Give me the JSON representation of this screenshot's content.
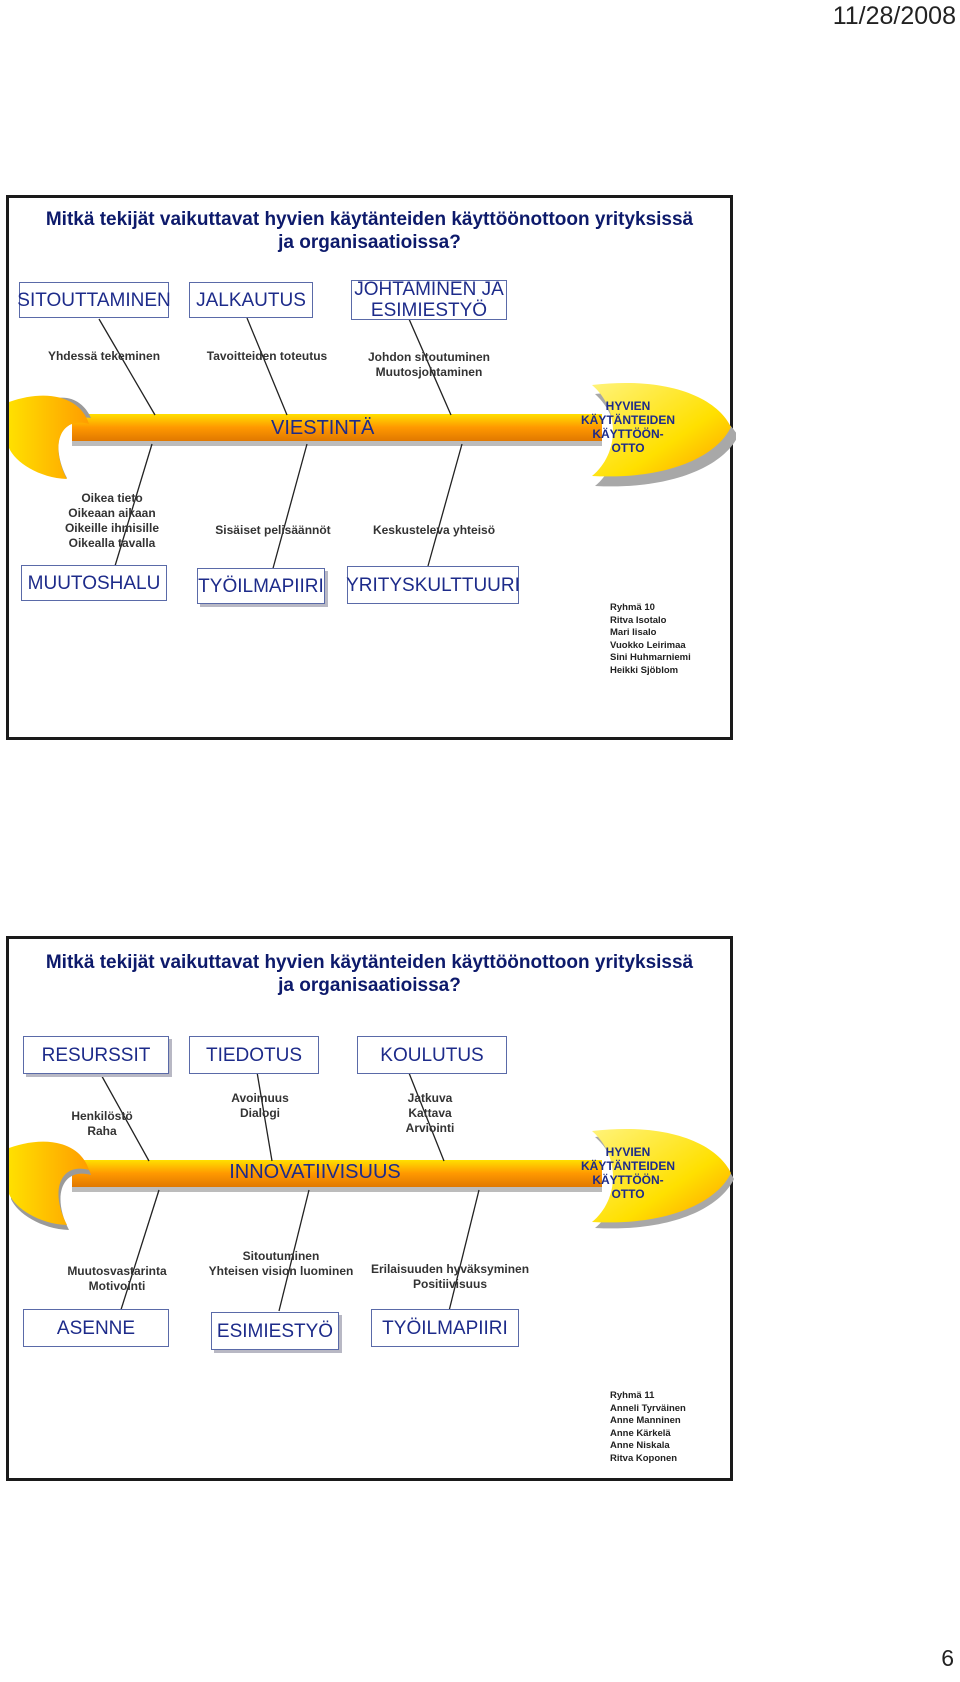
{
  "header": {
    "date": "11/28/2008"
  },
  "footer": {
    "page_number": "6"
  },
  "slides": [
    {
      "title": "Mitkä tekijät vaikuttavat hyvien käytänteiden käyttöönottoon yrityksissä ja organisaatioissa?",
      "top_categories": [
        "SITOUTTAMINEN",
        "JALKAUTUS",
        "JOHTAMINEN JA ESIMIESTYÖ"
      ],
      "top_bones": [
        [
          "Yhdessä tekeminen"
        ],
        [
          "Tavoitteiden toteutus"
        ],
        [
          "Johdon sitoutuminen",
          "Muutosjohtaminen"
        ]
      ],
      "spine_label": "VIESTINTÄ",
      "head_label": [
        "HYVIEN",
        "KÄYTÄNTEIDEN",
        "KÄYTTÖÖN-",
        "OTTO"
      ],
      "bottom_bones": [
        [
          "Oikea tieto",
          "Oikeaan aikaan",
          "Oikeille ihmisille",
          "Oikealla tavalla"
        ],
        [
          "Sisäiset pelisäännöt"
        ],
        [
          "Keskusteleva yhteisö"
        ]
      ],
      "bottom_categories": [
        "MUUTOSHALU",
        "TYÖILMAPIIRI",
        "YRITYSKULTTUURI"
      ],
      "credits": [
        "Ryhmä 10",
        "Ritva Isotalo",
        "Mari Iisalo",
        "Vuokko Leirimaa",
        "Sini Huhmarniemi",
        "Heikki Sjöblom"
      ]
    },
    {
      "title": "Mitkä tekijät vaikuttavat hyvien käytänteiden käyttöönottoon yrityksissä ja organisaatioissa?",
      "top_categories": [
        "RESURSSIT",
        "TIEDOTUS",
        "KOULUTUS"
      ],
      "top_bones": [
        [
          "Henkilöstö",
          "Raha"
        ],
        [
          "Avoimuus",
          "Dialogi"
        ],
        [
          "Jatkuva",
          "Kattava",
          "Arviointi"
        ]
      ],
      "spine_label": "INNOVATIIVISUUS",
      "head_label": [
        "HYVIEN",
        "KÄYTÄNTEIDEN",
        "KÄYTTÖÖN-",
        "OTTO"
      ],
      "bottom_bones": [
        [
          "Muutosvastarinta",
          "Motivointi"
        ],
        [
          "Sitoutuminen",
          "Yhteisen vision luominen"
        ],
        [
          "Erilaisuuden hyväksyminen",
          "Positiivisuus"
        ]
      ],
      "bottom_categories": [
        "ASENNE",
        "ESIMIESTYÖ",
        "TYÖILMAPIIRI"
      ],
      "credits": [
        "Ryhmä 11",
        "Anneli Tyrväinen",
        "Anne Manninen",
        "Anne Kärkelä",
        "Anne Niskala",
        "Ritva Koponen"
      ]
    }
  ],
  "colors": {
    "spine_dark": "#e07800",
    "spine_light": "#ffe000",
    "category_text": "#1d2b8a",
    "title_text": "#0d1a6b",
    "frame": "#1a1a1a"
  }
}
